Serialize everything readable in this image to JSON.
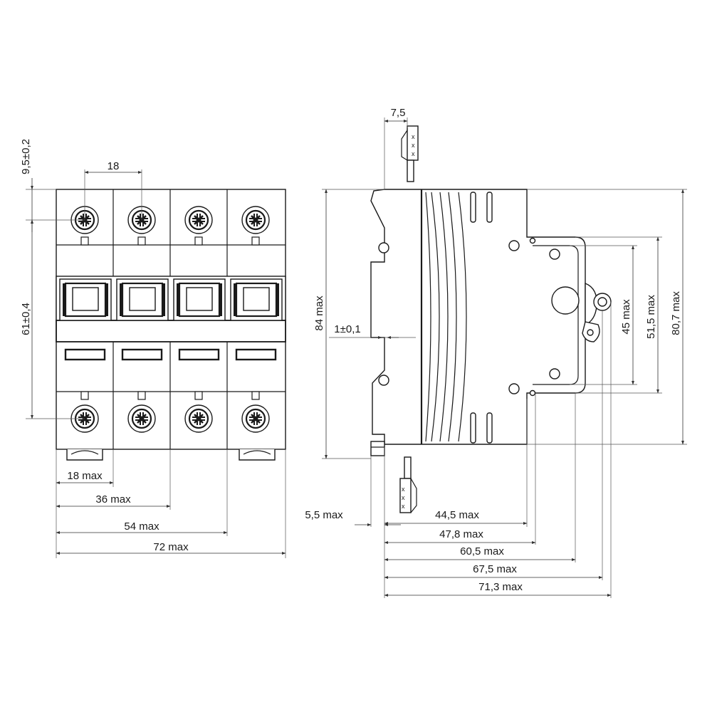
{
  "front_view": {
    "dims": {
      "top_offset": "9,5±0,2",
      "pole_pitch": "18",
      "terminal_spacing": "61±0,4",
      "w1": "18 max",
      "w2": "36 max",
      "w3": "54 max",
      "w4": "72 max"
    }
  },
  "side_view": {
    "dims": {
      "wire_strip": "7,5",
      "height": "84 max",
      "rail_gap": "1±0,1",
      "h45": "45 max",
      "h51": "51,5 max",
      "h80": "80,7 max",
      "d55": "5,5 max",
      "d445": "44,5 max",
      "d478": "47,8 max",
      "d605": "60,5 max",
      "d675": "67,5 max",
      "d713": "71,3 max"
    }
  },
  "colors": {
    "ink": "#1a1a1a",
    "paper": "#ffffff"
  }
}
